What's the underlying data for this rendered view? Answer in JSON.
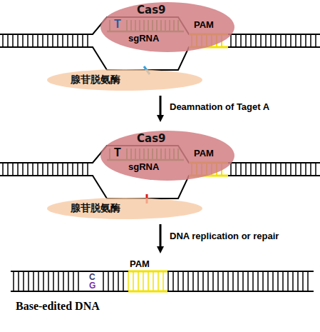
{
  "diagram": {
    "nodes": [
      {
        "text": [
          "Cas9"
        ]
      },
      {
        "text": [
          "腺苷脱氨酶"
        ]
      },
      {
        "text": [
          "Cas9"
        ]
      },
      {
        "text": [
          "腺苷脱氨酶"
        ]
      }
    ],
    "labels": [
      "T",
      "sgRNA",
      "PAM",
      "Deamnation of Taget A",
      "T",
      "sgRNA",
      "PAM",
      "DNA replication or repair",
      "C",
      "G",
      "PAM",
      "Base-edited DNA"
    ]
  }
}
